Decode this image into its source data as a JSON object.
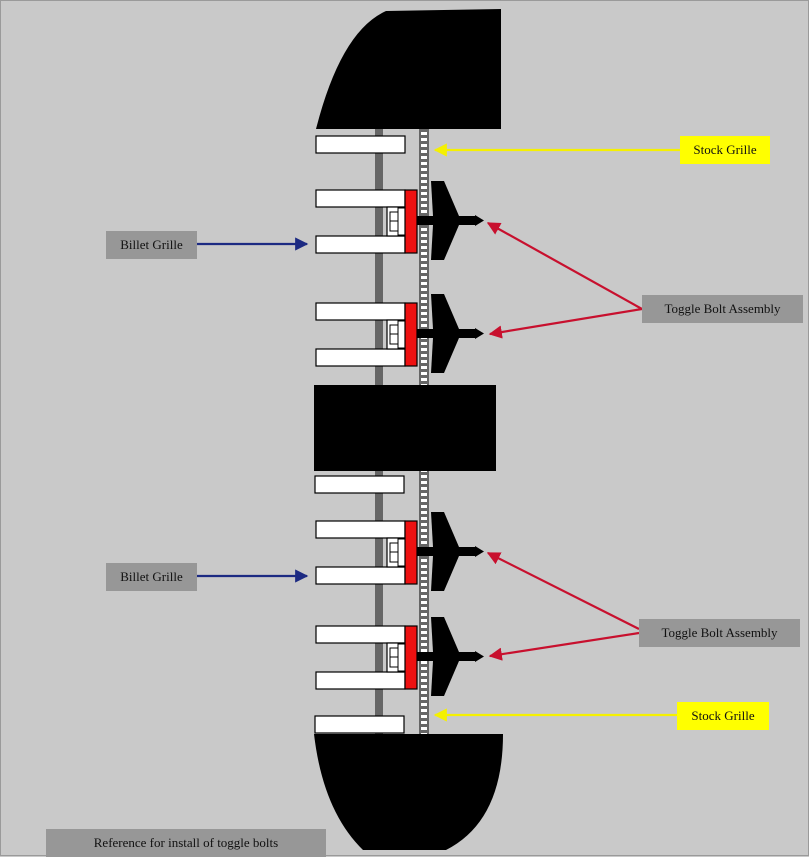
{
  "labels": {
    "stock_grille_top": "Stock Grille",
    "billet_grille_upper": "Billet Grille",
    "toggle_bolt_upper": "Toggle Bolt Assembly",
    "billet_grille_lower": "Billet Grille",
    "toggle_bolt_lower": "Toggle Bolt Assembly",
    "stock_grille_bottom": "Stock Grille",
    "caption": "Reference for install of toggle bolts"
  },
  "colors": {
    "background": "#c9c9c9",
    "label_gray": "#979797",
    "stock_highlight": "#ffff00",
    "billet_arrow": "#1c2a82",
    "toggle_arrow": "#c8102e",
    "stock_arrow": "#f5f000",
    "bracket_red": "#ee1111",
    "bumper_black": "#000000"
  }
}
